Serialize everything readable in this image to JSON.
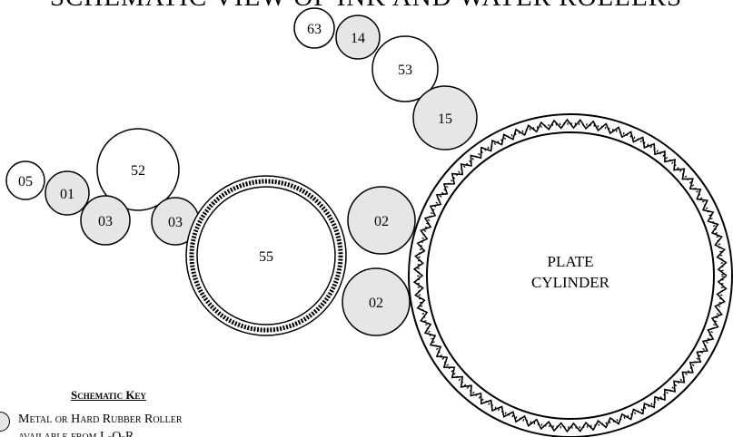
{
  "title": "SCHEMATIC VIEW OF INK AND WATER ROLLERS",
  "colors": {
    "metal_roller_fill": "#e6e6e6",
    "rubber_roller_fill": "#ffffff",
    "stroke": "#000000"
  },
  "rollers": [
    {
      "name": "roller-63",
      "label": "63",
      "type": "rubber"
    },
    {
      "name": "roller-14",
      "label": "14",
      "type": "metal"
    },
    {
      "name": "roller-53",
      "label": "53",
      "type": "rubber"
    },
    {
      "name": "roller-15",
      "label": "15",
      "type": "metal"
    },
    {
      "name": "roller-05",
      "label": "05",
      "type": "rubber"
    },
    {
      "name": "roller-01",
      "label": "01",
      "type": "metal"
    },
    {
      "name": "roller-52",
      "label": "52",
      "type": "rubber"
    },
    {
      "name": "roller-03-left",
      "label": "03",
      "type": "metal"
    },
    {
      "name": "roller-03-right",
      "label": "03",
      "type": "metal"
    },
    {
      "name": "roller-02-upper",
      "label": "02",
      "type": "metal"
    },
    {
      "name": "roller-02-lower",
      "label": "02",
      "type": "metal"
    },
    {
      "name": "roller-55",
      "label": "55",
      "type": "knurled"
    }
  ],
  "plate_cylinder": {
    "line1": "PLATE",
    "line2": "CYLINDER"
  },
  "key": {
    "heading": "Schematic Key",
    "item_line1": "Metal or Hard Rubber Roller",
    "item_line2": "available from L-O-R"
  }
}
